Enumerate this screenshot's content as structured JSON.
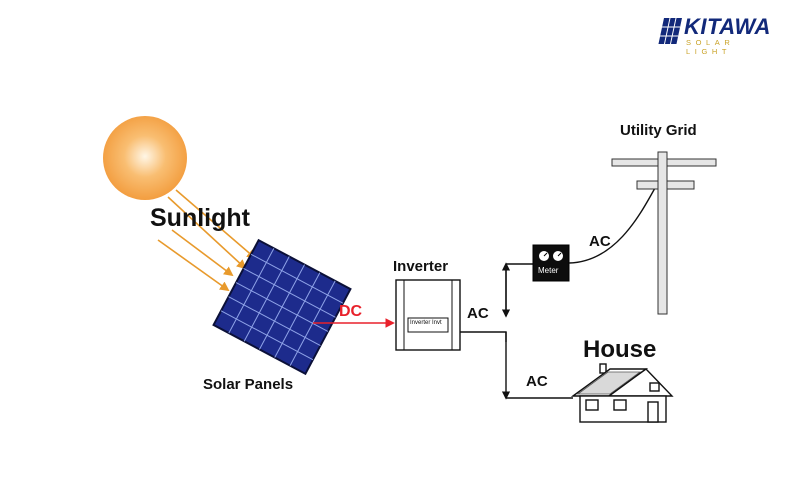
{
  "brand": {
    "name": "KITAWA",
    "tagline": "SOLAR LIGHT",
    "primary_color": "#12297a",
    "accent_color": "#c9a227",
    "icon": "solar-panel-logo-icon"
  },
  "labels": {
    "sunlight": "Sunlight",
    "solar_panels": "Solar Panels",
    "dc": "DC",
    "inverter": "Inverter",
    "inverter_plate": "Inverter Invt",
    "ac_grid_side": "AC",
    "ac_inverter_out": "AC",
    "ac_house": "AC",
    "meter": "Meter",
    "utility_grid": "Utility Grid",
    "house": "House"
  },
  "colors": {
    "sun": "#f5a54a",
    "rays": "#e89a2c",
    "panel": "#1d2b8c",
    "dc_line": "#e8212b",
    "wire": "#111111"
  },
  "icons": [
    "sun-icon",
    "solar-panel-icon",
    "inverter-icon",
    "meter-icon",
    "utility-pole-icon",
    "house-icon"
  ]
}
